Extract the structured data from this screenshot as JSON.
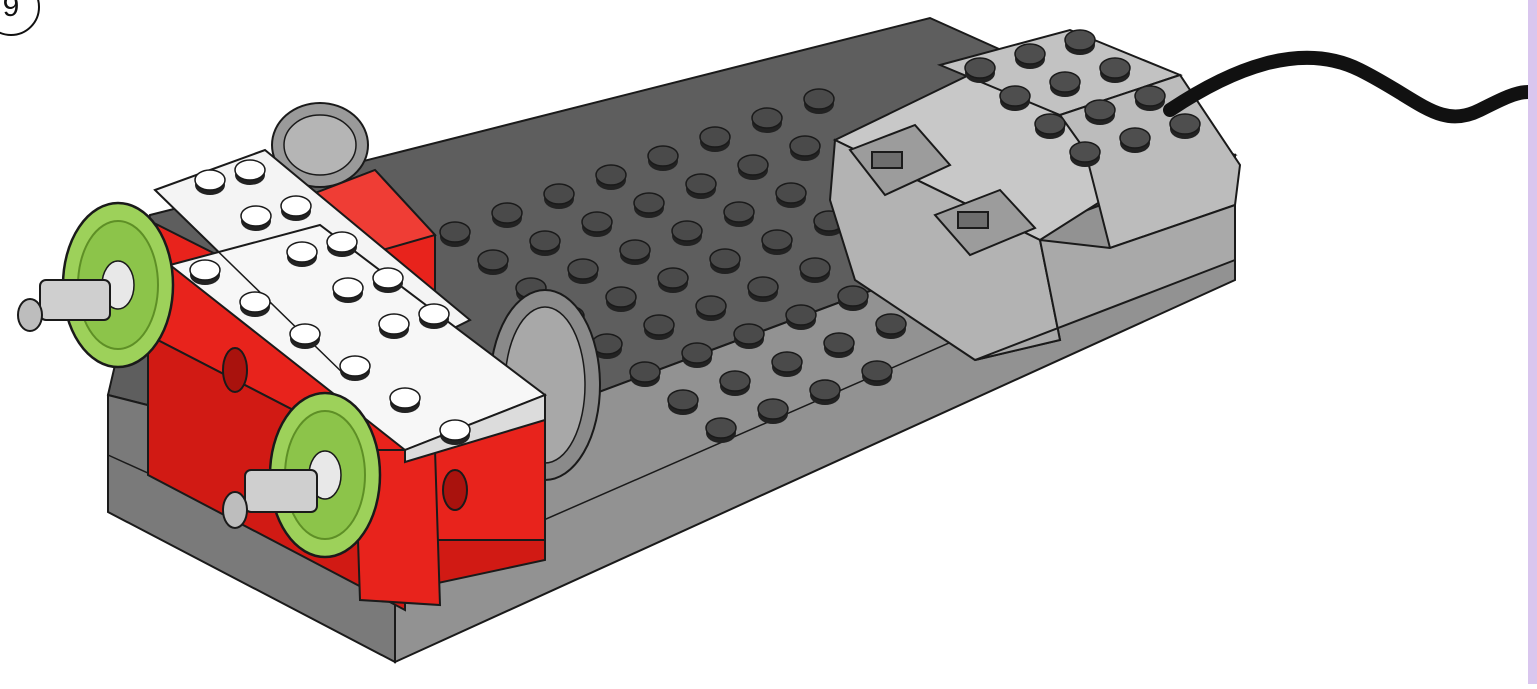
{
  "step": {
    "number": "9"
  },
  "colors": {
    "background": "#ffffff",
    "side_strip": "#d9c6ee",
    "baseplate": "#5e5e5e",
    "baseplate_dark": "#3c3c3c",
    "baseplate_edge": "#8f8f8f",
    "stud": "#4a4a4a",
    "motor_body": "#bdbdbd",
    "motor_top": "#d2d2d2",
    "white_brick": "#f4f4f4",
    "red_brick": "#e8231c",
    "red_brick_dark": "#a9120d",
    "pulley_green": "#9dd15a",
    "pulley_green_dark": "#5e8f26",
    "gear": "#9a9a9a",
    "cable": "#111111",
    "outline": "#1a1a1a"
  },
  "illustration": {
    "subject": "building-step",
    "parts": [
      "baseplate",
      "motor",
      "cable",
      "white-bricks",
      "red-bricks",
      "green-pulleys",
      "gears",
      "axles"
    ]
  }
}
